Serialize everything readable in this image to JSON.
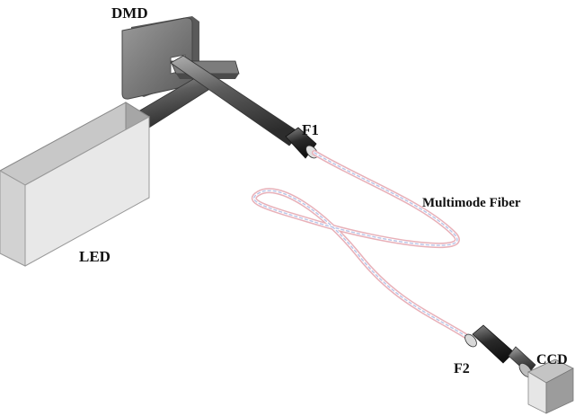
{
  "labels": {
    "dmd": "DMD",
    "f1": "F1",
    "fiber": "Multimode Fiber",
    "led": "LED",
    "f2": "F2",
    "ccd": "CCD"
  },
  "colors": {
    "fiber_outer": "#e8b0b8",
    "fiber_inner": "#b8c4e8",
    "block_front": "#e6e6e6",
    "block_top": "#c4c4c4",
    "block_side": "#a8a8a8",
    "dmd_body": "#7a7a7a",
    "tube": "#5a5a5a",
    "lens": "#2a2a2a"
  }
}
